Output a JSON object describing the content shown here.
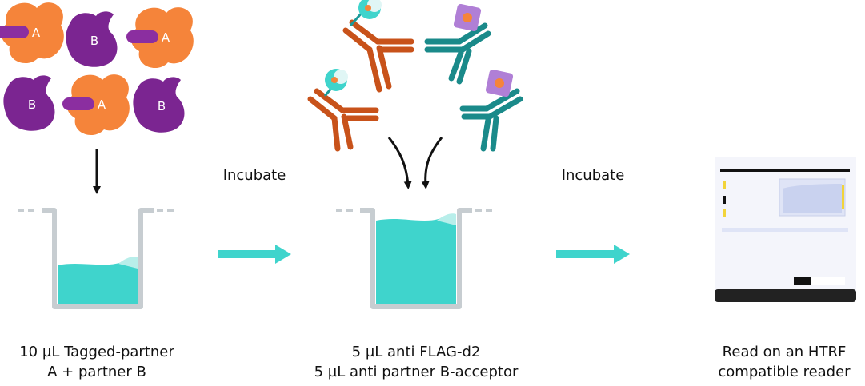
{
  "molecules": {
    "partner_a": "A",
    "partner_b": "B"
  },
  "steps": {
    "step1": {
      "line1": "10 µL Tagged-partner",
      "line2": "A + partner B"
    },
    "incubate1": "Incubate",
    "step2": {
      "line1": "5 µL anti FLAG-d2",
      "line2": "5 µL anti partner B-acceptor"
    },
    "incubate2": "Incubate",
    "step3": {
      "line1": "Read on an HTRF",
      "line2": "compatible reader"
    }
  },
  "colors": {
    "partner_a": "#f5843a",
    "partner_b": "#7b2591",
    "tag": "#8b2ea0",
    "antibody_flag": "#c8521a",
    "antibody_b": "#1a8a8a",
    "liquid": "#3fd4cc",
    "acceptor": "#b07fd6",
    "donor": "#3fd4cc",
    "arrow_teal": "#3fd4cc",
    "well": "#c7cdd1"
  }
}
